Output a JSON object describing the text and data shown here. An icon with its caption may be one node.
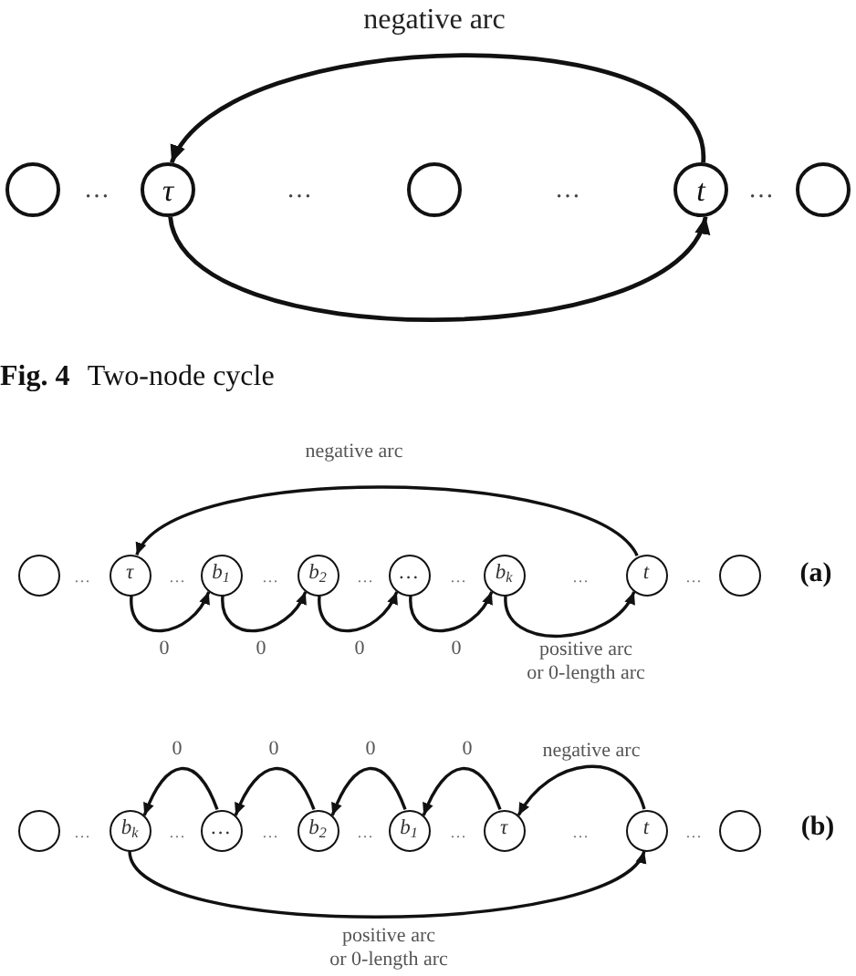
{
  "diagram": {
    "caption": "**Fig. 4** Two-node cycle",
    "nodes": [
      {
        "text": [],
        "shape": "circle"
      },
      {
        "text": [
          "τ"
        ]
      },
      {
        "text": [],
        "shape": "circle"
      },
      {
        "text": [
          "t"
        ]
      },
      {
        "text": [],
        "shape": "circle"
      },
      {
        "text": [],
        "shape": "circle"
      },
      {
        "text": [
          "τ"
        ]
      },
      {
        "text": [
          "b$_{1}$"
        ]
      },
      {
        "text": [
          "b$_{2}$"
        ]
      },
      {
        "text": [
          "…"
        ]
      },
      {
        "text": [
          "b$_{k}$"
        ]
      },
      {
        "text": [
          "t"
        ]
      },
      {
        "text": [],
        "shape": "circle"
      },
      {
        "text": [],
        "shape": "circle"
      },
      {
        "text": [
          "b$_{k}$"
        ]
      },
      {
        "text": [
          "…"
        ]
      },
      {
        "text": [
          "b$_{2}$"
        ]
      },
      {
        "text": [
          "b$_{1}$"
        ]
      },
      {
        "text": [
          "τ"
        ]
      },
      {
        "text": [
          "t"
        ]
      },
      {
        "text": [],
        "shape": "circle"
      }
    ],
    "edges": [
      {
        "from": 3,
        "to": 1,
        "arrow": "to",
        "label": "negative arc"
      },
      {
        "from": 1,
        "to": 3,
        "arrow": "to"
      },
      {
        "from": 11,
        "to": 6,
        "arrow": "to",
        "label": "negative arc"
      },
      {
        "from": 6,
        "to": 7,
        "arrow": "to",
        "label": "0"
      },
      {
        "from": 7,
        "to": 8,
        "arrow": "to",
        "label": "0"
      },
      {
        "from": 8,
        "to": 9,
        "arrow": "to",
        "label": "0"
      },
      {
        "from": 9,
        "to": 10,
        "arrow": "to",
        "label": "0"
      },
      {
        "from": 10,
        "to": 11,
        "arrow": "to",
        "label": "positive arc or 0-length arc"
      },
      {
        "from": 19,
        "to": 18,
        "arrow": "to",
        "label": "negative arc"
      },
      {
        "from": 18,
        "to": 17,
        "arrow": "to",
        "label": "0"
      },
      {
        "from": 17,
        "to": 16,
        "arrow": "to",
        "label": "0"
      },
      {
        "from": 16,
        "to": 15,
        "arrow": "to",
        "label": "0"
      },
      {
        "from": 15,
        "to": 14,
        "arrow": "to",
        "label": "0"
      },
      {
        "from": 14,
        "to": 19,
        "arrow": "to",
        "label": "positive arc or 0-length arc"
      }
    ],
    "labels": [
      "…",
      "…",
      "…",
      "…",
      "…",
      "…",
      "…",
      "…",
      "…",
      "…",
      "…",
      "(a)",
      "…",
      "…",
      "…",
      "…",
      "…",
      "…",
      "…",
      "(b)"
    ]
  }
}
